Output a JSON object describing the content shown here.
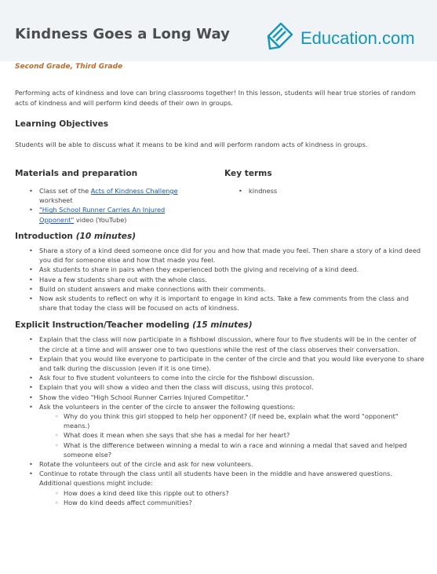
{
  "header": {
    "title": "Kindness Goes a Long Way",
    "logo_text": "Education.com"
  },
  "grade": "Second Grade, Third Grade",
  "intro_text": "Performing acts of kindness and love can bring classrooms together! In this lesson, students will hear true stories of random acts of kindness and will perform kind deeds of their own in groups.",
  "objectives": {
    "heading": "Learning Objectives",
    "text": "Students will be able to discuss what it means to be kind and will perform random acts of kindness in groups."
  },
  "materials": {
    "heading": "Materials and preparation",
    "item1_pre": "Class set of the ",
    "item1_link": "Acts of Kindness Challenge",
    "item1_post": " worksheet",
    "item2_link": "\"High School Runner Carries An Injured Opponent\"",
    "item2_post": " video (YouTube)"
  },
  "key_terms": {
    "heading": "Key terms",
    "items": [
      "kindness"
    ]
  },
  "introduction": {
    "heading": "Introduction",
    "minutes": "(10 minutes)",
    "items": [
      "Share a story of a kind deed someone once did for you and how that made you feel. Then share a story of a kind deed you did for someone else and how that made you feel.",
      "Ask students to share in pairs when they experienced both the giving and receiving of a kind deed.",
      "Have a few students share out with the whole class.",
      "Build on student answers and make connections with their comments.",
      "Now ask students to reflect on why it is important to engage in kind acts. Take a few comments from the class and share that today the class will be focused on acts of kindness."
    ]
  },
  "explicit": {
    "heading": "Explicit Instruction/Teacher modeling",
    "minutes": "(15 minutes)",
    "items": [
      "Explain that the class will now participate in a fishbowl discussion, where four to five students will be in the center of the circle at a time and will answer one to two questions while the rest of the class observes their conversation.",
      "Explain that you would like everyone to participate in the center of the circle and that you would like everyone to share and talk during the discussion (even if it is one time).",
      "Ask four to five student volunteers to come into the circle for the fishbowl discussion.",
      "Explain that you will show a video and then the class will discuss, using this protocol.",
      "Show the video \"High School Runner Carries Injured Competitor.\"",
      "Ask the volunteers in the center of the circle to answer the following questions:"
    ],
    "sub1": [
      "Why do you think this girl stopped to help her opponent? (If need be, explain what the word \"opponent\" means.)",
      "What does it mean when she says that she has a medal for her heart?",
      "What is the difference between winning a medal to win a race and winning a medal that saved and helped someone else?"
    ],
    "items2": [
      "Rotate the volunteers out of the circle and ask for new volunteers.",
      "Continue to rotate through the class until all students have been in the middle and have answered questions. Additional questions might include:"
    ],
    "sub2": [
      "How does a kind deed like this ripple out to others?",
      "How do kind deeds affect communities?"
    ]
  }
}
